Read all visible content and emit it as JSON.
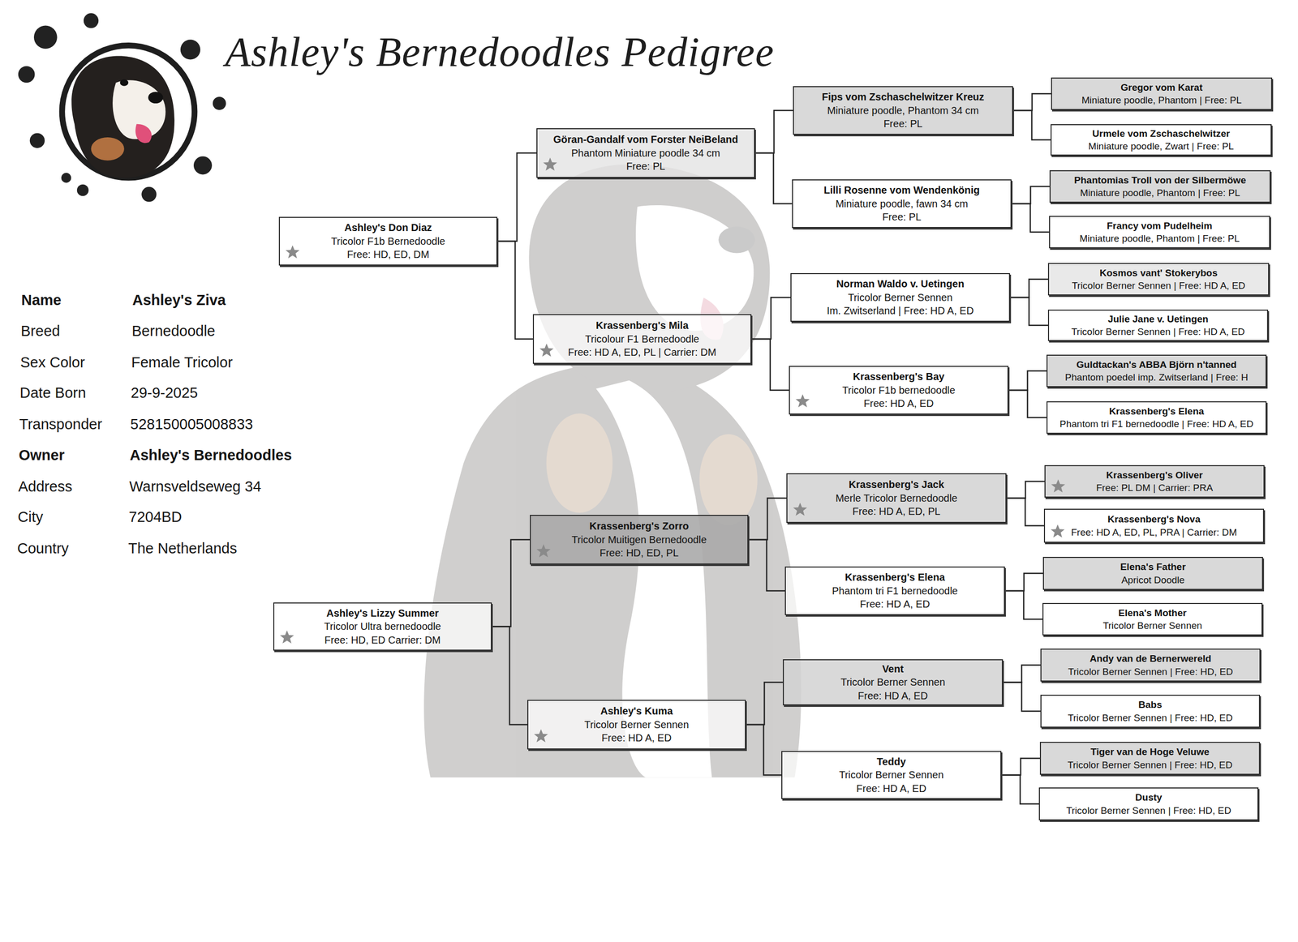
{
  "diagram": {
    "title": "Ashley's Bernedoodles Pedigree",
    "nodes": [
      {
        "text": [
          "Ashley's Don Diaz",
          "Tricolor F1b Bernedoodle",
          "Free: HD, ED, DM"
        ]
      },
      {
        "text": [
          "Ashley's Lizzy Summer",
          "Tricolor Ultra bernedoodle",
          "Free: HD, ED Carrier: DM"
        ]
      },
      {
        "text": [
          "Göran-Gandalf vom Forster NeiBeland",
          "Phantom Miniature poodle 34 cm",
          "Free: PL"
        ]
      },
      {
        "text": [
          "Krassenberg's Mila",
          "Tricolour F1 Bernedoodle",
          "Free: HD A, ED, PL | Carrier: DM"
        ]
      },
      {
        "text": [
          "Krassenberg's Zorro",
          "Tricolor Muitigen Bernedoodle",
          "Free: HD, ED, PL"
        ]
      },
      {
        "text": [
          "Ashley's Kuma",
          "Tricolor Berner Sennen",
          "Free: HD A, ED"
        ]
      },
      {
        "text": [
          "Fips vom Zschaschelwitzer Kreuz",
          "Miniature poodle, Phantom 34 cm",
          "Free: PL"
        ]
      },
      {
        "text": [
          "Lilli Rosenne vom Wendenkönig",
          "Miniature poodle, fawn 34 cm",
          "Free: PL"
        ]
      },
      {
        "text": [
          "Norman Waldo v. Uetingen",
          "Tricolor Berner Sennen",
          "Im. Zwitserland | Free: HD A, ED"
        ]
      },
      {
        "text": [
          "Krassenberg's Bay",
          "Tricolor F1b bernedoodle",
          "Free: HD A, ED"
        ]
      },
      {
        "text": [
          "Krassenberg's Jack",
          "Merle Tricolor Bernedoodle",
          "Free: HD A, ED, PL"
        ]
      },
      {
        "text": [
          "Krassenberg's Elena",
          "Phantom tri F1 bernedoodle",
          "Free: HD A, ED"
        ]
      },
      {
        "text": [
          "Vent",
          "Tricolor Berner Sennen",
          "Free: HD A, ED"
        ]
      },
      {
        "text": [
          "Teddy",
          "Tricolor Berner Sennen",
          "Free: HD A, ED"
        ]
      },
      {
        "text": [
          "Gregor vom Karat",
          "Miniature poodle, Phantom | Free: PL"
        ]
      },
      {
        "text": [
          "Urmele vom Zschaschelwitzer",
          "Miniature poodle, Zwart | Free: PL"
        ]
      },
      {
        "text": [
          "Phantomias Troll von der Silbermöwe",
          "Miniature poodle, Phantom | Free: PL"
        ]
      },
      {
        "text": [
          "Francy vom Pudelheim",
          "Miniature poodle, Phantom | Free: PL"
        ]
      },
      {
        "text": [
          "Kosmos vant' Stokerybos",
          "Tricolor Berner Sennen | Free: HD A, ED"
        ]
      },
      {
        "text": [
          "Julie Jane v. Uetingen",
          "Tricolor Berner Sennen | Free: HD A, ED"
        ]
      },
      {
        "text": [
          "Guldtackan's ABBA Björn n'tanned",
          "Phantom poedel imp. Zwitserland | Free: H"
        ]
      },
      {
        "text": [
          "Krassenberg's Elena",
          "Phantom tri F1 bernedoodle | Free: HD A, ED"
        ]
      },
      {
        "text": [
          "Krassenberg's Oliver",
          "Free: PL DM | Carrier: PRA"
        ]
      },
      {
        "text": [
          "Krassenberg's Nova",
          "Free: HD A, ED, PL, PRA | Carrier: DM"
        ]
      },
      {
        "text": [
          "Elena's Father",
          "Apricot Doodle"
        ]
      },
      {
        "text": [
          "Elena's Mother",
          "Tricolor Berner Sennen"
        ]
      },
      {
        "text": [
          "Andy van de Bernerwereld",
          "Tricolor Berner Sennen | Free: HD, ED"
        ]
      },
      {
        "text": [
          "Babs",
          "Tricolor Berner Sennen | Free: HD, ED"
        ]
      },
      {
        "text": [
          "Tiger van de Hoge Veluwe",
          "Tricolor Berner Sennen | Free: HD, ED"
        ]
      },
      {
        "text": [
          "Dusty",
          "Tricolor Berner Sennen | Free: HD, ED"
        ]
      }
    ],
    "edges": [
      {
        "from": 0,
        "to": 2,
        "arrow": "none"
      },
      {
        "from": 0,
        "to": 3,
        "arrow": "none"
      },
      {
        "from": 1,
        "to": 4,
        "arrow": "none"
      },
      {
        "from": 1,
        "to": 5,
        "arrow": "none"
      },
      {
        "from": 2,
        "to": 6,
        "arrow": "none"
      },
      {
        "from": 2,
        "to": 7,
        "arrow": "none"
      },
      {
        "from": 3,
        "to": 8,
        "arrow": "none"
      },
      {
        "from": 3,
        "to": 9,
        "arrow": "none"
      },
      {
        "from": 4,
        "to": 10,
        "arrow": "none"
      },
      {
        "from": 4,
        "to": 11,
        "arrow": "none"
      },
      {
        "from": 5,
        "to": 12,
        "arrow": "none"
      },
      {
        "from": 5,
        "to": 13,
        "arrow": "none"
      },
      {
        "from": 6,
        "to": 14,
        "arrow": "none"
      },
      {
        "from": 6,
        "to": 15,
        "arrow": "none"
      },
      {
        "from": 7,
        "to": 16,
        "arrow": "none"
      },
      {
        "from": 7,
        "to": 17,
        "arrow": "none"
      },
      {
        "from": 8,
        "to": 18,
        "arrow": "none"
      },
      {
        "from": 8,
        "to": 19,
        "arrow": "none"
      },
      {
        "from": 9,
        "to": 20,
        "arrow": "none"
      },
      {
        "from": 9,
        "to": 21,
        "arrow": "none"
      },
      {
        "from": 10,
        "to": 22,
        "arrow": "none"
      },
      {
        "from": 10,
        "to": 23,
        "arrow": "none"
      },
      {
        "from": 11,
        "to": 24,
        "arrow": "none"
      },
      {
        "from": 11,
        "to": 25,
        "arrow": "none"
      },
      {
        "from": 12,
        "to": 26,
        "arrow": "none"
      },
      {
        "from": 12,
        "to": 27,
        "arrow": "none"
      },
      {
        "from": 13,
        "to": 28,
        "arrow": "none"
      },
      {
        "from": 13,
        "to": 29,
        "arrow": "none"
      }
    ],
    "labels": [
      "Name",
      "Ashley's Ziva",
      "Breed",
      "Bernedoodle",
      "Sex Color",
      "Female Tricolor",
      "Date Born",
      "29-9-2025",
      "Transponder",
      "528150005008833",
      "Owner",
      "Ashley's Bernedoodles",
      "Address",
      "Warnsveldseweg 34",
      "City",
      "7204BD",
      "Country",
      "The Netherlands"
    ]
  }
}
